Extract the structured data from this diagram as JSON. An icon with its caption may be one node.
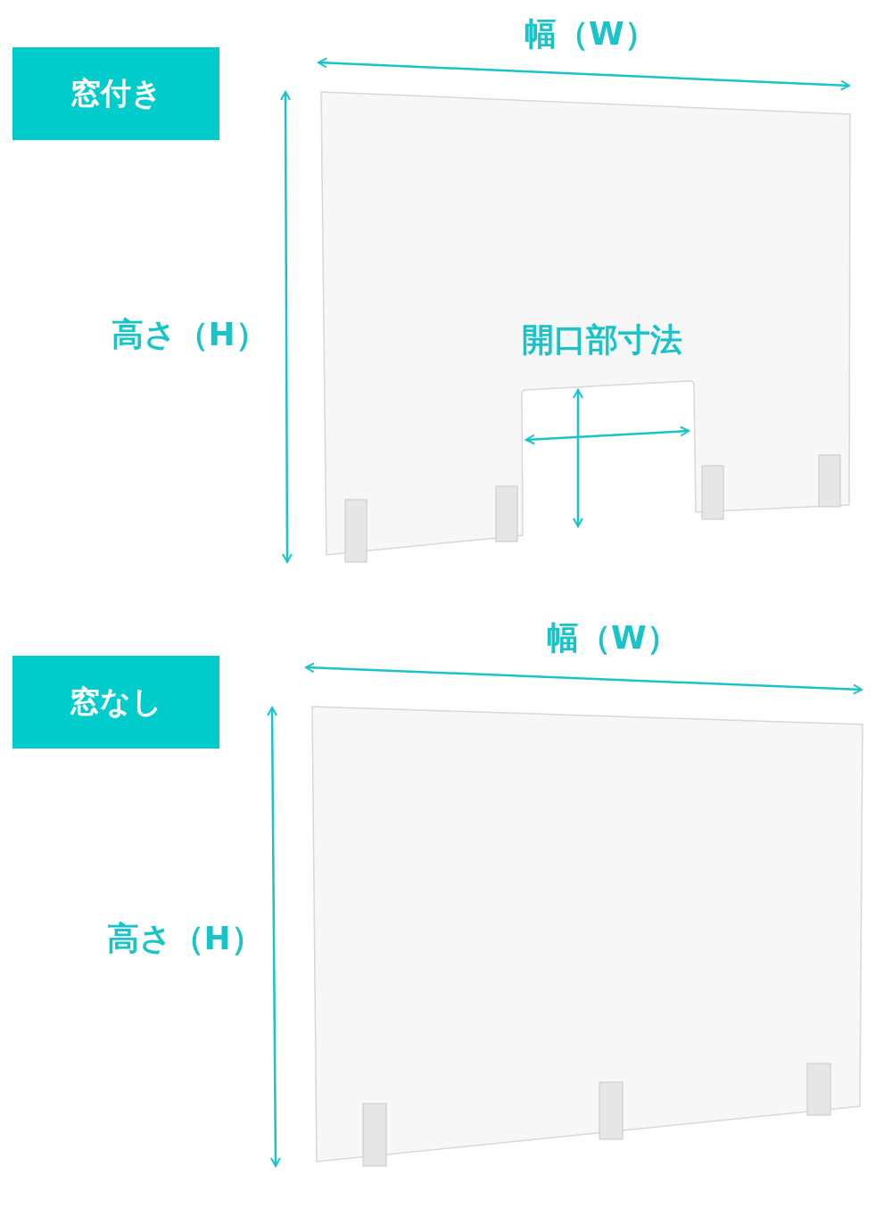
{
  "diagram": {
    "nodes": [
      {
        "text": [
          "窓付き"
        ]
      },
      {
        "text": [
          "窓なし"
        ]
      }
    ],
    "labels": [
      "幅（W）",
      "高さ（H）",
      "開口部寸法",
      "幅（W）",
      "高さ（H）"
    ]
  }
}
